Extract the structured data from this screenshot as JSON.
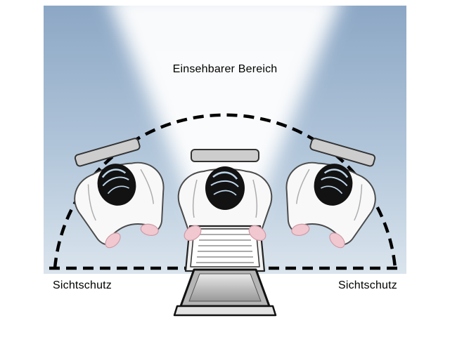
{
  "labels": {
    "title": "Einsehbarer Bereich",
    "privacy_left": "Sichtschutz",
    "privacy_right": "Sichtschutz"
  },
  "colors": {
    "area_top": "#8CA7C5",
    "area_mid": "#B2C6DA",
    "area_bottom": "#DAE4ED",
    "beam": "#FFFFFF",
    "outline": "#000000",
    "head": "#121212",
    "hair_highlight": "#BDD4E7",
    "jacket": "#F8F8F8",
    "jacket_shade": "#ACACAC",
    "hands": "#F1C8D0",
    "hand_outline": "#CE9AA6",
    "chair": "#CDCDCD",
    "paper": "#FFFFFF",
    "paper_back": "#F0F0F0",
    "paper_line": "#8F8F8F",
    "laptop_frame": "#B5B5B5",
    "laptop_screen_top": "#E9E9E9",
    "laptop_screen_bottom": "#989898",
    "laptop_base": "#E3E3E3"
  }
}
